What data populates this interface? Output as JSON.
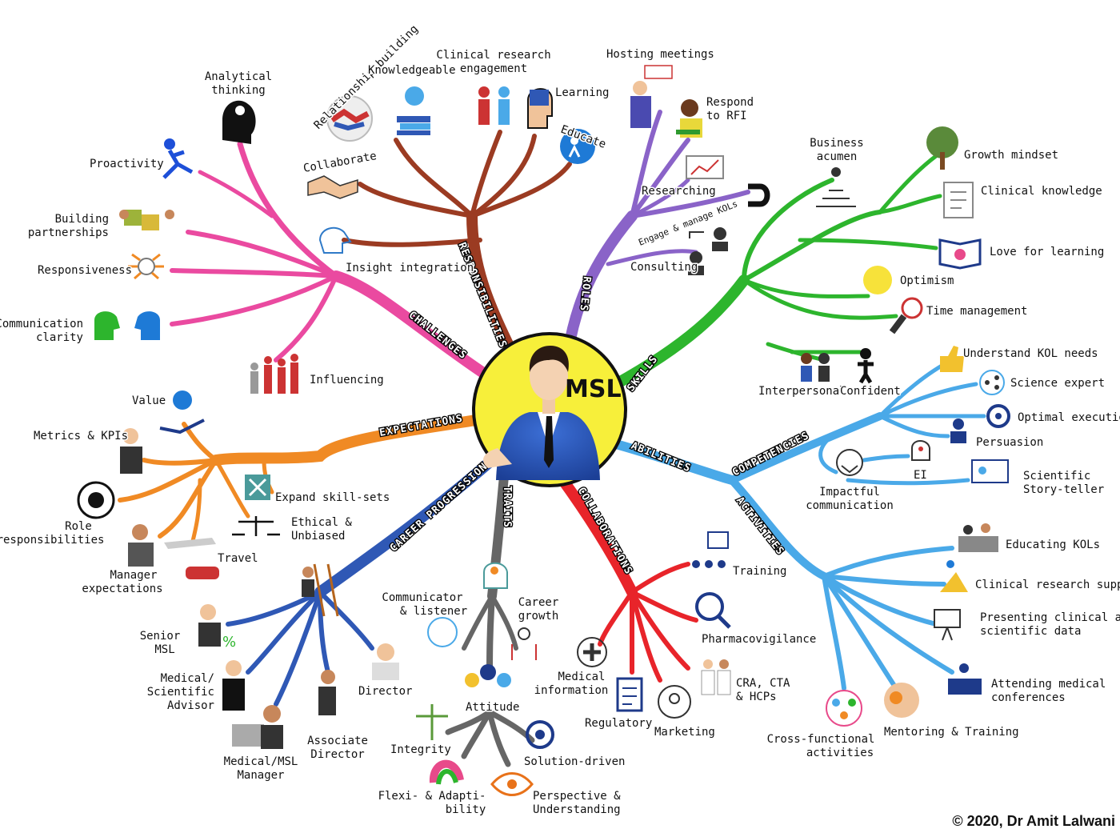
{
  "center": {
    "title": "MSL"
  },
  "copyright": "© 2020, Dr Amit Lalwani",
  "colors": {
    "challenges": "#ea4aa0",
    "responsibilities": "#9b3b22",
    "roles": "#8a63c8",
    "skills": "#2db52d",
    "abilities": "#4aa9e8",
    "expectations": "#f08a24",
    "career": "#2f58b5",
    "traits": "#666666",
    "collaborations": "#e8242a",
    "center_fill": "#f7ef3a"
  },
  "branches": {
    "challenges": {
      "label": "CHALLENGES",
      "items": [
        "Analytical thinking",
        "Proactivity",
        "Building partnerships",
        "Responsiveness",
        "Communication clarity",
        "Influencing"
      ]
    },
    "responsibilities": {
      "label": "RESPONSIBILITIES",
      "items": [
        "Relationship building",
        "Knowledgeable",
        "Clinical research engagement",
        "Learning",
        "Educate",
        "Collaborate",
        "Insight integration"
      ]
    },
    "roles": {
      "label": "ROLES",
      "items": [
        "Hosting meetings",
        "Respond to RFI",
        "Researching",
        "Engage & manage KOLs",
        "Consulting"
      ]
    },
    "skills": {
      "label": "SKILLS",
      "items": [
        "Business acumen",
        "Growth mindset",
        "Clinical knowledge",
        "Love for learning",
        "Optimism",
        "Time management",
        "Interpersonal",
        "Confident"
      ]
    },
    "abilities": {
      "label": "ABILITIES",
      "competencies": {
        "label": "COMPETENCIES",
        "items": [
          "Understand KOL needs",
          "Science expert",
          "Optimal execution",
          "Persuasion",
          "EI",
          "Scientific Story-teller",
          "Impactful communication"
        ]
      },
      "activities": {
        "label": "ACTIVITIES",
        "items": [
          "Educating KOLs",
          "Clinical research support",
          "Presenting clinical and scientific data",
          "Attending medical conferences",
          "Mentoring & Training",
          "Cross-functional activities"
        ]
      }
    },
    "expectations": {
      "label": "EXPECTATIONS",
      "items": [
        "Value",
        "Metrics & KPIs",
        "Role responsibilities",
        "Manager expectations",
        "Expand skill-sets",
        "Ethical & Unbiased",
        "Travel"
      ]
    },
    "career": {
      "label": "CAREER PROGRESSION",
      "items": [
        "Senior MSL",
        "Medical/ Scientific Advisor",
        "Medical/MSL Manager",
        "Associate Director",
        "Director"
      ]
    },
    "traits": {
      "label": "TRAITS",
      "items": [
        "Communicator & listener",
        "Career growth",
        "Attitude",
        "Integrity",
        "Solution-driven",
        "Flexi- & Adapti- bility",
        "Perspective & Understanding"
      ]
    },
    "collaborations": {
      "label": "COLLABORATIONS",
      "items": [
        "Training",
        "Pharmacovigilance",
        "CRA, CTA & HCPs",
        "Marketing",
        "Regulatory",
        "Medical information"
      ]
    }
  }
}
